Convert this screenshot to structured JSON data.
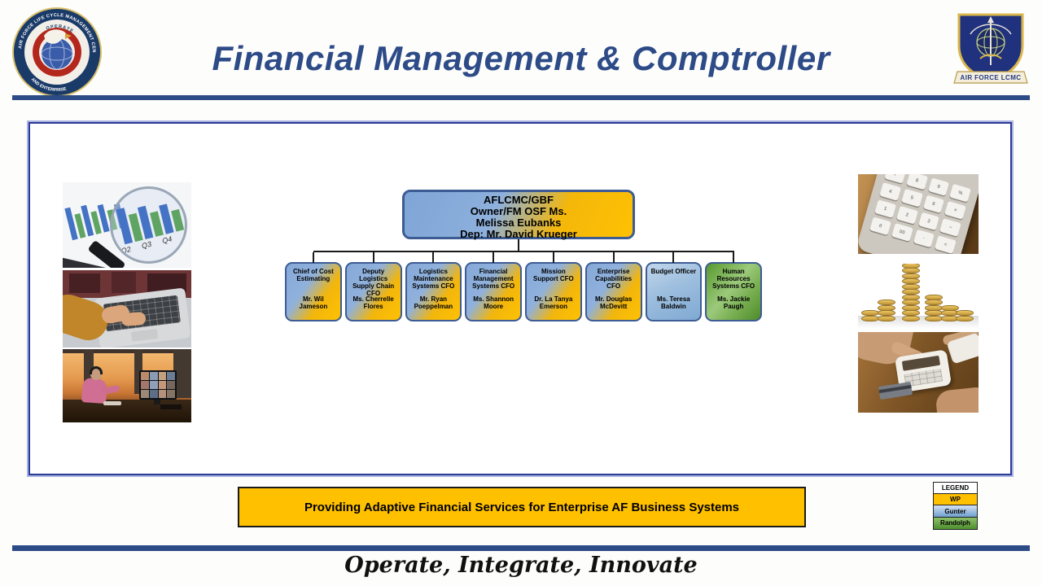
{
  "slide": {
    "title": "Financial Management & Comptroller",
    "banner_text": "Providing Adaptive Financial Services for Enterprise AF Business Systems",
    "motto": "Operate, Integrate, Innovate"
  },
  "header": {
    "left_seal": {
      "ring_text_top": "AIR FORCE LIFE CYCLE MANAGEMENT CENTER",
      "ring_text_bottom": "AND ENTERPRISE",
      "inner_text": "OPERATE"
    },
    "right_emblem": {
      "banner_text": "AIR FORCE LCMC"
    }
  },
  "org_chart": {
    "root": {
      "lines": [
        "AFLCMC/GBF",
        "Owner/FM OSF Ms.",
        "Melissa Eubanks",
        "Dep: Mr. David Krueger"
      ],
      "location": "WP"
    },
    "children": [
      {
        "title": "Chief of Cost Estimating",
        "name": "Mr. Wil Jameson",
        "location": "WP"
      },
      {
        "title": "Deputy Logistics Supply Chain CFO",
        "name": "Ms. Cherrelle Flores",
        "location": "WP"
      },
      {
        "title": "Logistics Maintenance Systems CFO",
        "name": "Mr. Ryan Poeppelman",
        "location": "WP"
      },
      {
        "title": "Financial Management Systems CFO",
        "name": "Ms. Shannon Moore",
        "location": "WP"
      },
      {
        "title": "Mission Support CFO",
        "name": "Dr. La Tanya Emerson",
        "location": "WP"
      },
      {
        "title": "Enterprise Capabilities CFO",
        "name": "Mr. Douglas McDevitt",
        "location": "WP"
      },
      {
        "title": "Budget Officer",
        "name": "Ms. Teresa Baldwin",
        "location": "Gunter"
      },
      {
        "title": "Human Resources Systems CFO",
        "name": "Ms. Jackie Paugh",
        "location": "Randolph"
      }
    ]
  },
  "legend": {
    "title": "LEGEND",
    "entries": [
      {
        "label": "WP",
        "color": "#FFC000"
      },
      {
        "label": "Gunter",
        "color": "#8DB4E2"
      },
      {
        "label": "Randolph",
        "color": "#71A84F"
      }
    ]
  },
  "photos": {
    "chart_labels": [
      "Q2",
      "Q3",
      "Q4"
    ],
    "calculator_keys": [
      "7",
      "8",
      "9",
      "%",
      "4",
      "5",
      "6",
      "×",
      "1",
      "2",
      "3",
      "−",
      "0",
      "00",
      "·",
      "="
    ]
  },
  "colors": {
    "navy": "#2D4B87",
    "gold": "#FFC000",
    "wp_blue": "#8AABDA",
    "gunter_blue": "#8DB4E2",
    "randolph_green": "#71A84F"
  }
}
